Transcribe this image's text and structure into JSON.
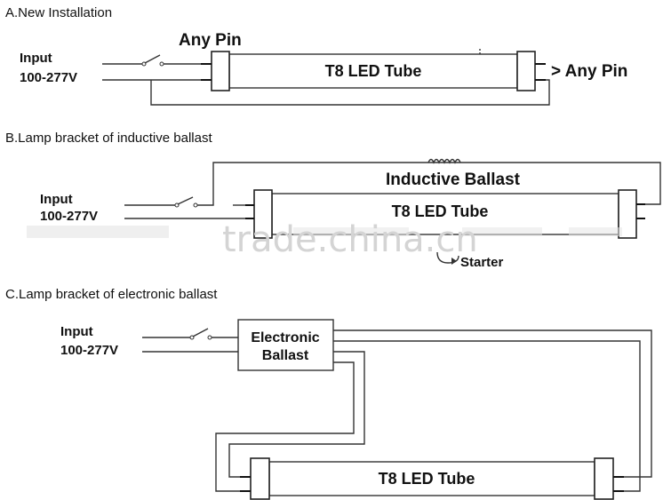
{
  "watermark": "trade.china.cn",
  "section_a": {
    "title": "A.New Installation",
    "input_label": "Input",
    "voltage_label": "100-277V",
    "left_pin_label": "Any Pin",
    "tube_label": "T8 LED Tube",
    "right_pin_label": "> Any Pin"
  },
  "section_b": {
    "title": "B.Lamp bracket of inductive ballast",
    "input_label": "Input",
    "voltage_label": "100-277V",
    "ballast_label": "Inductive Ballast",
    "tube_label": "T8 LED Tube",
    "starter_label": "Starter"
  },
  "section_c": {
    "title": "C.Lamp bracket of electronic ballast",
    "input_label": "Input",
    "voltage_label": "100-277V",
    "ballast_line1": "Electronic",
    "ballast_line2": "Ballast",
    "tube_label": "T8 LED Tube"
  }
}
